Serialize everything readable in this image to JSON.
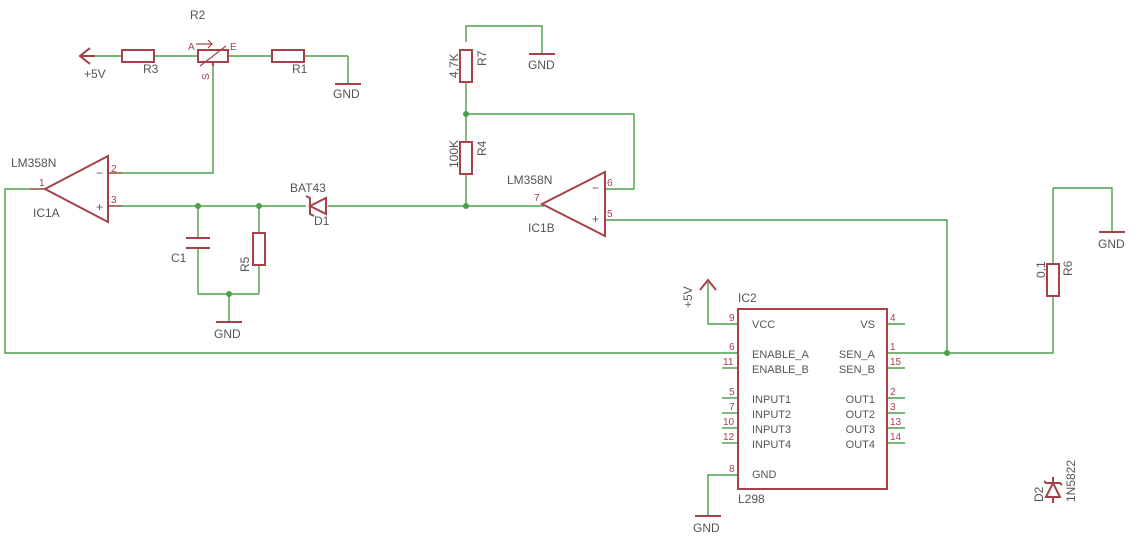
{
  "labels": {
    "r2": "R2",
    "r3": "R3",
    "r1": "R1",
    "r7": "R7",
    "r4": "R4",
    "r5": "R5",
    "r6": "R6",
    "r7_val": "4,7K",
    "r4_val": "100K",
    "r6_val": "0,1",
    "pot_a": "A",
    "pot_e": "E",
    "pot_s": "S",
    "vcc1": "+5V",
    "vcc2": "+5V",
    "gnd1": "GND",
    "gnd2": "GND",
    "gnd3": "GND",
    "gnd4": "GND",
    "gnd5": "GND",
    "ic1a_type": "LM358N",
    "ic1a_name": "IC1A",
    "ic1b_type": "LM358N",
    "ic1b_name": "IC1B",
    "bat43": "BAT43",
    "d1": "D1",
    "c1": "C1",
    "d2": "D2",
    "d2_type": "1N5822",
    "ic2_name": "IC2",
    "ic2_type": "L298",
    "minus": "−",
    "plus": "+"
  },
  "pins": {
    "ic1a_p1": "1",
    "ic1a_p2": "2",
    "ic1a_p3": "3",
    "ic1b_p5": "5",
    "ic1b_p6": "6",
    "ic1b_p7": "7",
    "ic2_left": [
      "9",
      "6",
      "11",
      "5",
      "7",
      "10",
      "12",
      "8"
    ],
    "ic2_right": [
      "4",
      "1",
      "15",
      "2",
      "3",
      "13",
      "14"
    ]
  },
  "ic2_pin_names": {
    "left": [
      "VCC",
      "ENABLE_A",
      "ENABLE_B",
      "INPUT1",
      "INPUT2",
      "INPUT3",
      "INPUT4",
      "GND"
    ],
    "right": [
      "VS",
      "SEN_A",
      "SEN_B",
      "OUT1",
      "OUT2",
      "OUT3",
      "OUT4"
    ]
  }
}
